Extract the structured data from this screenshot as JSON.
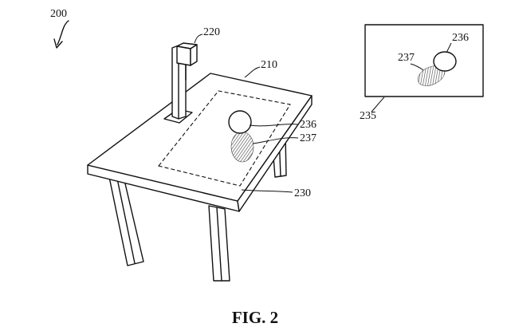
{
  "figure": {
    "caption": "FIG. 2",
    "labels": {
      "system": "200",
      "camera": "220",
      "table": "210",
      "object": "236",
      "shadow": "237",
      "region": "230",
      "image": "235",
      "image_object": "236",
      "image_shadow": "237"
    }
  }
}
